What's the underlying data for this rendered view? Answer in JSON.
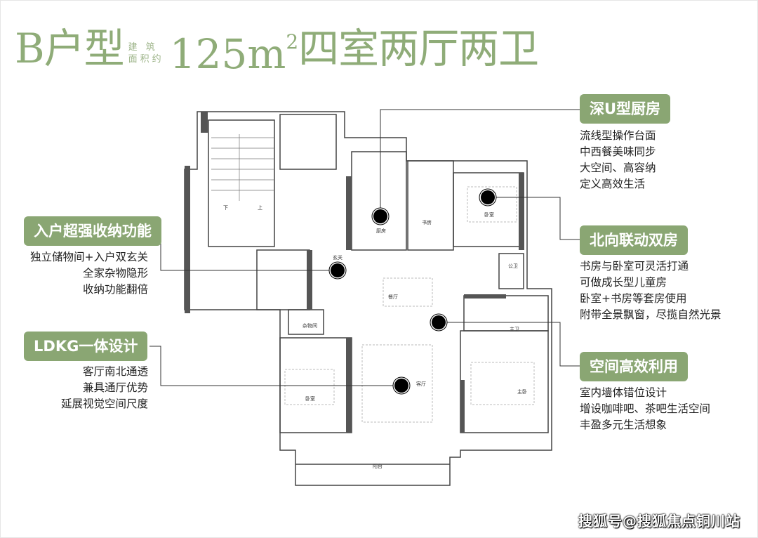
{
  "title": {
    "plan": "B户型",
    "area_note_1": "建 筑",
    "area_note_2": "面积约",
    "area": "125m",
    "area_sup": "2",
    "layout": "四室两厅两卫"
  },
  "callouts": [
    {
      "label": "深U型厨房",
      "lines": [
        "流线型操作台面",
        "中西餐美味同步",
        "大空间、高容纳",
        "定义高效生活"
      ]
    },
    {
      "label": "北向联动双房",
      "lines": [
        "书房与卧室可灵活打通",
        "可做成长型儿童房",
        "卧室+书房等套房使用",
        "附带全景飘窗，尽揽自然光景"
      ]
    },
    {
      "label": "空间高效利用",
      "lines": [
        "室内墙体错位设计",
        "增设咖啡吧、茶吧生活空间",
        "丰盈多元生活想象"
      ]
    },
    {
      "label": "入户超强收纳功能",
      "lines": [
        "独立储物间+入户双玄关",
        "全家杂物隐形",
        "收纳功能翻倍"
      ]
    },
    {
      "label": "LDKG一体设计",
      "lines": [
        "客厅南北通透",
        "兼具通厅优势",
        "延展视觉空间尺度"
      ]
    }
  ],
  "rooms": {
    "kitchen": "厨房",
    "study": "书房",
    "bedroom_n": "卧室",
    "foyer": "玄关",
    "dining": "餐厅",
    "public_bath": "公卫",
    "storage": "杂物间",
    "master_bath": "主卫",
    "living": "客厅",
    "bedroom_s": "卧室",
    "master_bed": "主卧",
    "balcony": "阳台",
    "stairs_down": "下",
    "stairs_up": "上"
  },
  "colors": {
    "accent": "#8aa673",
    "title": "#8fac78",
    "wall": "#555555"
  },
  "watermark": "搜狐号@搜狐焦点铜川站"
}
